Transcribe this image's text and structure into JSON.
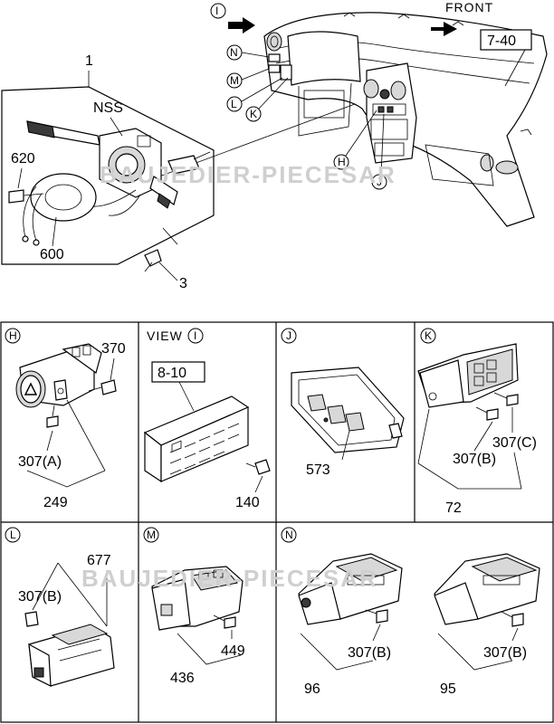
{
  "top": {
    "front_label": "FRONT",
    "ref_box": "7-40",
    "callout_main": "1",
    "nss_label": "NSS",
    "part_620": "620",
    "part_600": "600",
    "part_3": "3",
    "markers": [
      "I",
      "N",
      "M",
      "L",
      "K",
      "H",
      "J"
    ]
  },
  "watermark": "BAUJEDIER-PIECESAR",
  "panels": {
    "H": {
      "letter": "H",
      "p1": "370",
      "p2": "307(A)",
      "p3": "249"
    },
    "I": {
      "letter": "I",
      "view_label": "VIEW",
      "ref_box": "8-10",
      "p1": "140"
    },
    "J": {
      "letter": "J",
      "p1": "573"
    },
    "K": {
      "letter": "K",
      "p1": "307(C)",
      "p2": "307(B)",
      "p3": "72"
    },
    "L": {
      "letter": "L",
      "p1": "677",
      "p2": "307(B)"
    },
    "M": {
      "letter": "M",
      "p1": "449",
      "p2": "436"
    },
    "N1": {
      "letter": "N",
      "p1": "307(B)",
      "p2": "96"
    },
    "N2": {
      "p1": "307(B)",
      "p2": "95"
    }
  }
}
